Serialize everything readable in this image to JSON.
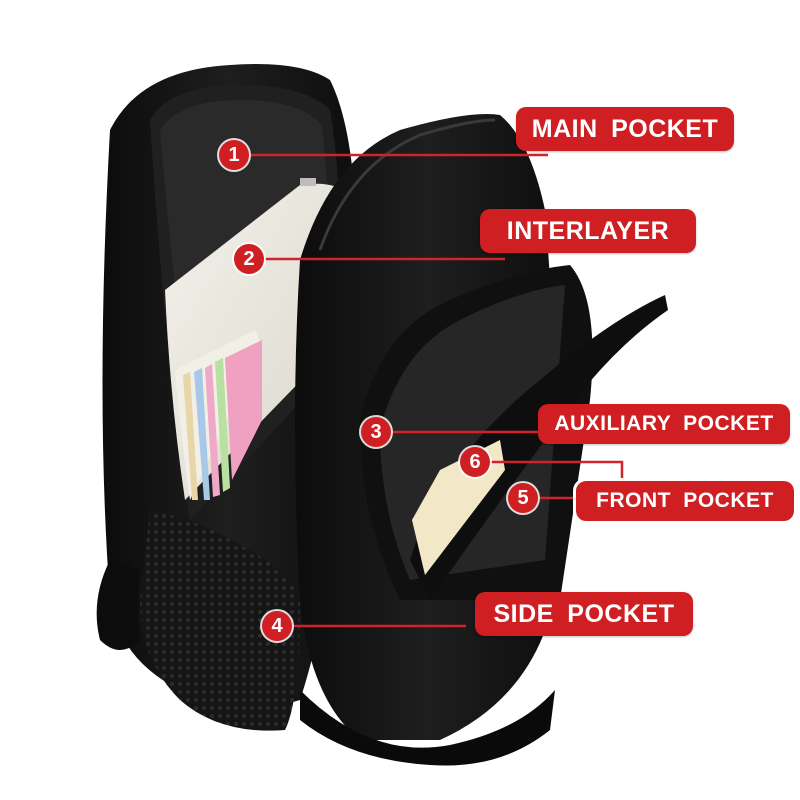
{
  "colors": {
    "accent_red": "#cf1f23",
    "line_red": "#d2232a",
    "bag_black": "#141414"
  },
  "labels": {
    "main_pocket": "MAIN POCKET",
    "interlayer": "INTERLAYER",
    "auxiliary_pocket": "AUXILIARY POCKET",
    "front_pocket": "FRONT POCKET",
    "side_pocket": "SIDE POCKET"
  },
  "badges": {
    "one": "1",
    "two": "2",
    "three": "3",
    "four": "4",
    "five": "5",
    "six": "6"
  }
}
